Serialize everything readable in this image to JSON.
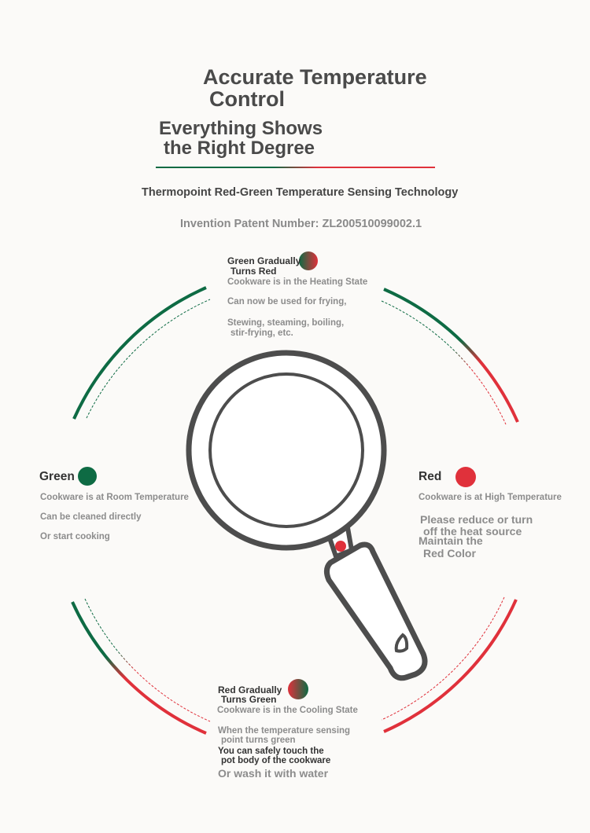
{
  "header": {
    "title_line1": "Accurate Temperature",
    "title_line2": "Control",
    "subtitle_line1": "Everything Shows",
    "subtitle_line2": "the Right Degree",
    "technology": "Thermopoint Red-Green Temperature Sensing Technology",
    "patent": "Invention Patent Number: ZL200510099002.1"
  },
  "heating": {
    "title_line1": "Green Gradually",
    "title_line2": "Turns Red",
    "state": "Cookware is in the Heating State",
    "line1": "Can now be used for frying,",
    "line2": "Stewing, steaming, boiling,",
    "line3": "stir-frying, etc."
  },
  "green": {
    "title": "Green",
    "state": "Cookware is at Room Temperature",
    "line1": "Can be cleaned directly",
    "line2": "Or start cooking"
  },
  "red": {
    "title": "Red",
    "state": "Cookware is at High Temperature",
    "line1": "Please reduce or turn",
    "line2": "off the heat source",
    "line3": "Maintain the",
    "line4": "Red Color"
  },
  "cooling": {
    "title_line1": "Red Gradually",
    "title_line2": "Turns Green",
    "state": "Cookware is in the Cooling State",
    "line1": "When the temperature sensing",
    "line2": "point turns green",
    "line3": "You can safely touch the",
    "line4": "pot body of the cookware",
    "line5": "Or wash it with water"
  },
  "colors": {
    "green": "#0e6b44",
    "red": "#e0313b",
    "pan": "#4d4d4d"
  }
}
